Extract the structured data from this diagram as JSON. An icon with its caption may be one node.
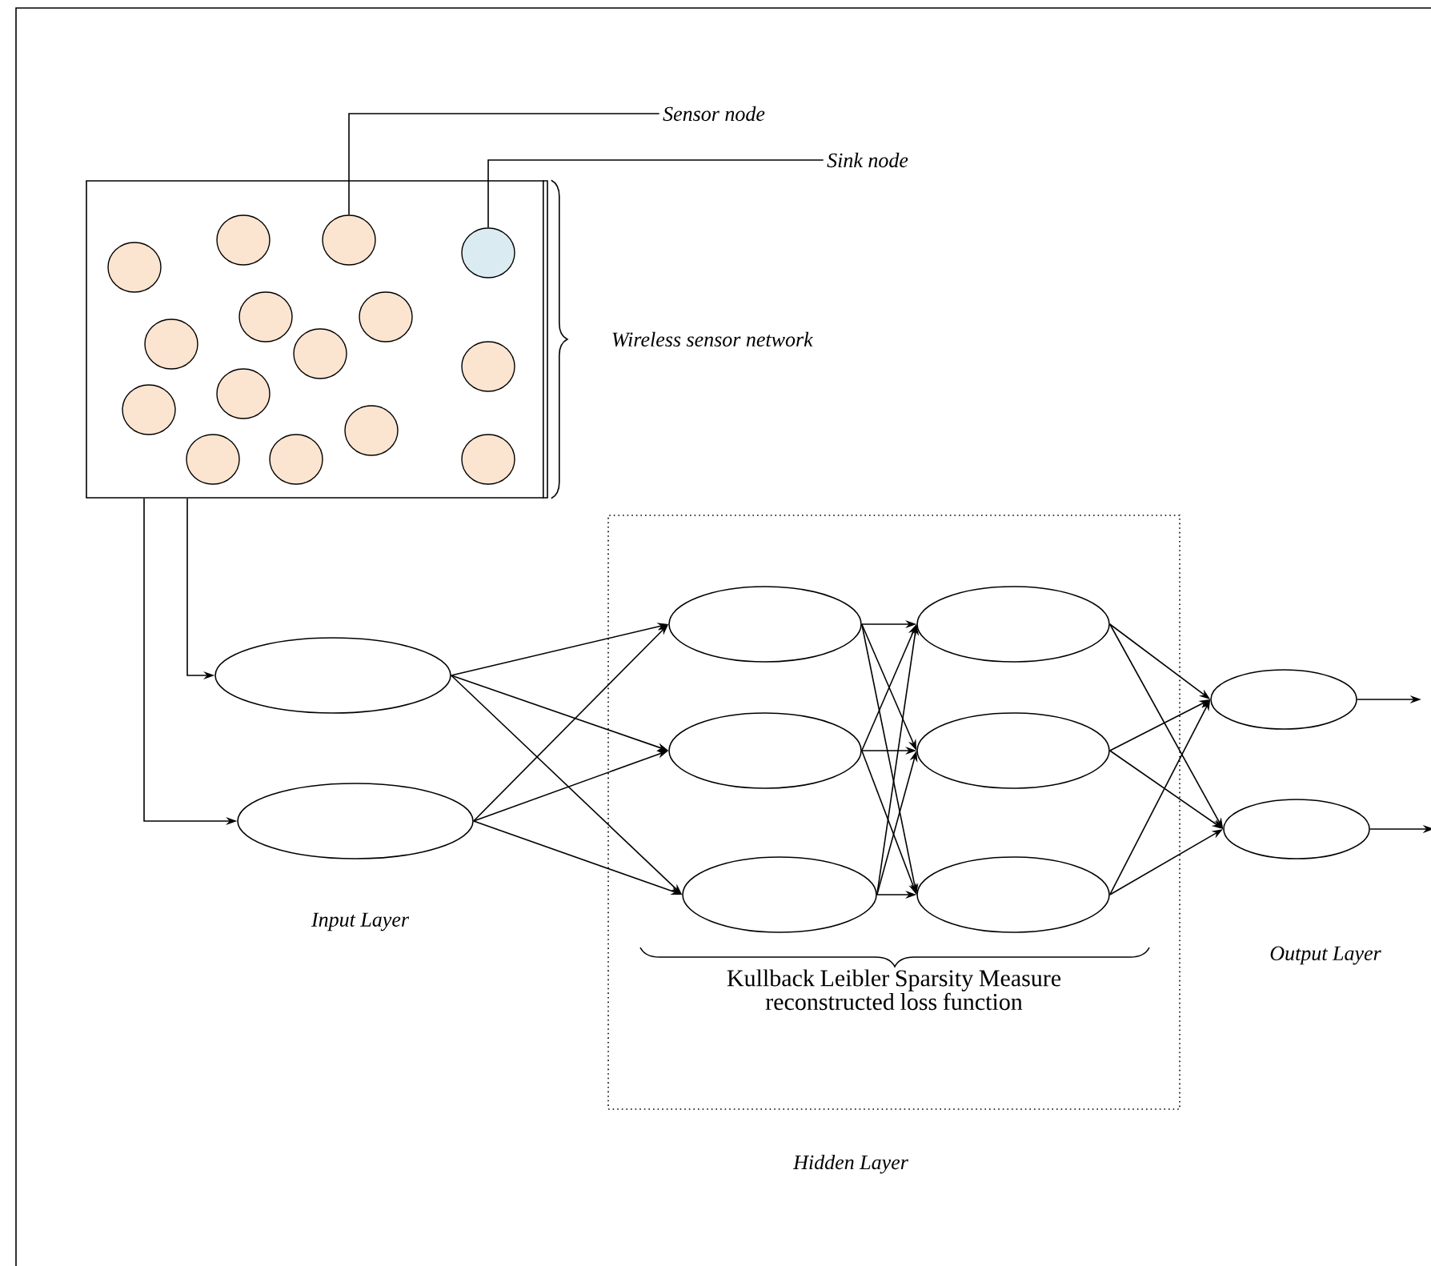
{
  "diagram": {
    "nodes": [
      {
        "text": [],
        "shape": "box",
        "beside": [
          "Wireless sensor network"
        ]
      },
      {
        "text": [
          "Sensor node"
        ]
      },
      {
        "text": [
          "Sink node"
        ]
      },
      {
        "text": [],
        "shape": "circle",
        "in": 0
      },
      {
        "text": [],
        "shape": "circle",
        "in": 0
      },
      {
        "text": [],
        "shape": "circle",
        "in": 0
      },
      {
        "text": [],
        "shape": "circle",
        "in": 0
      },
      {
        "text": [],
        "shape": "circle",
        "in": 0
      },
      {
        "text": [],
        "shape": "circle",
        "in": 0
      },
      {
        "text": [],
        "shape": "circle",
        "in": 0
      },
      {
        "text": [],
        "shape": "circle",
        "in": 0
      },
      {
        "text": [],
        "shape": "circle",
        "in": 0
      },
      {
        "text": [],
        "shape": "circle",
        "in": 0
      },
      {
        "text": [],
        "shape": "circle",
        "in": 0
      },
      {
        "text": [],
        "shape": "circle",
        "in": 0
      },
      {
        "text": [],
        "shape": "circle",
        "in": 0
      },
      {
        "text": [],
        "shape": "circle",
        "in": 0
      },
      {
        "text": [],
        "shape": "circle",
        "in": 0
      },
      {
        "text": [],
        "shape": "ellipse"
      },
      {
        "text": [],
        "shape": "ellipse"
      },
      {
        "text": [
          "Kullback Leibler Sparsity Measure reconstructed loss function",
          "Hidden Layer"
        ]
      },
      {
        "text": [],
        "shape": "ellipse",
        "in": 20
      },
      {
        "text": [],
        "shape": "ellipse",
        "in": 20
      },
      {
        "text": [],
        "shape": "ellipse",
        "in": 20
      },
      {
        "text": [],
        "shape": "ellipse",
        "in": 20
      },
      {
        "text": [],
        "shape": "ellipse",
        "in": 20
      },
      {
        "text": [],
        "shape": "ellipse",
        "in": 20
      },
      {
        "text": [],
        "shape": "ellipse"
      },
      {
        "text": [],
        "shape": "ellipse"
      }
    ],
    "edges": [
      {
        "from": 0,
        "to": 18,
        "arrow": "to"
      },
      {
        "from": 0,
        "to": 19,
        "arrow": "to"
      },
      {
        "from": 1,
        "to": 4,
        "arrow": "none"
      },
      {
        "from": 2,
        "to": 5,
        "arrow": "none"
      },
      {
        "from": 18,
        "to": 21,
        "arrow": "to"
      },
      {
        "from": 18,
        "to": 22,
        "arrow": "to"
      },
      {
        "from": 18,
        "to": 23,
        "arrow": "to"
      },
      {
        "from": 19,
        "to": 21,
        "arrow": "to"
      },
      {
        "from": 19,
        "to": 22,
        "arrow": "to"
      },
      {
        "from": 19,
        "to": 23,
        "arrow": "to"
      },
      {
        "from": 21,
        "to": 24,
        "arrow": "to"
      },
      {
        "from": 21,
        "to": 25,
        "arrow": "to"
      },
      {
        "from": 21,
        "to": 26,
        "arrow": "to"
      },
      {
        "from": 22,
        "to": 24,
        "arrow": "to"
      },
      {
        "from": 22,
        "to": 25,
        "arrow": "to"
      },
      {
        "from": 22,
        "to": 26,
        "arrow": "to"
      },
      {
        "from": 23,
        "to": 24,
        "arrow": "to"
      },
      {
        "from": 23,
        "to": 25,
        "arrow": "to"
      },
      {
        "from": 23,
        "to": 26,
        "arrow": "to"
      },
      {
        "from": 24,
        "to": 27,
        "arrow": "to"
      },
      {
        "from": 24,
        "to": 28,
        "arrow": "to"
      },
      {
        "from": 25,
        "to": 27,
        "arrow": "to"
      },
      {
        "from": 25,
        "to": 28,
        "arrow": "to"
      },
      {
        "from": 26,
        "to": 27,
        "arrow": "to"
      },
      {
        "from": 26,
        "to": 28,
        "arrow": "to"
      },
      {
        "from": 27,
        "to": null,
        "arrow": "to"
      },
      {
        "from": 28,
        "to": null,
        "arrow": "to"
      }
    ],
    "labels": [
      "Input Layer",
      "Output Layer"
    ]
  }
}
